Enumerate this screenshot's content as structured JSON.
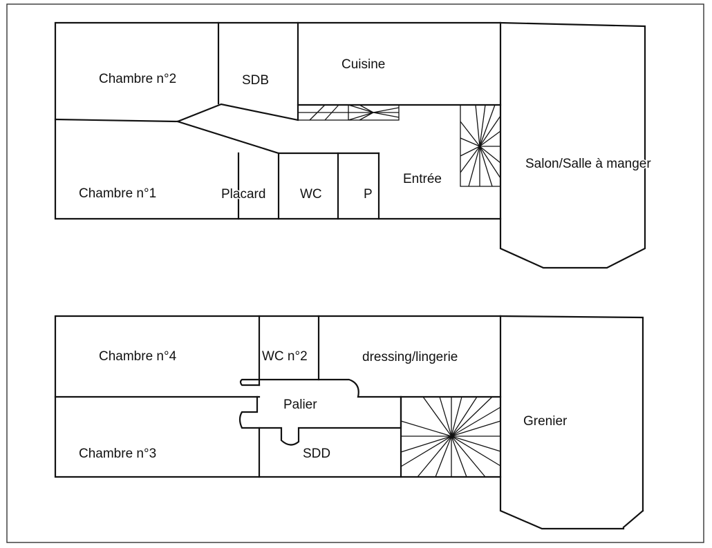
{
  "ground_floor": {
    "rooms": {
      "chambre_2": "Chambre n°2",
      "sdb": "SDB",
      "cuisine": "Cuisine",
      "salon": "Salon/Salle à manger",
      "entree": "Entrée",
      "chambre_1": "Chambre n°1",
      "placard": "Placard",
      "wc": "WC",
      "p": "P"
    }
  },
  "upper_floor": {
    "rooms": {
      "chambre_4": "Chambre n°4",
      "wc_2": "WC n°2",
      "dressing": "dressing/lingerie",
      "palier": "Palier",
      "grenier": "Grenier",
      "chambre_3": "Chambre n°3",
      "sdd": "SDD"
    }
  }
}
